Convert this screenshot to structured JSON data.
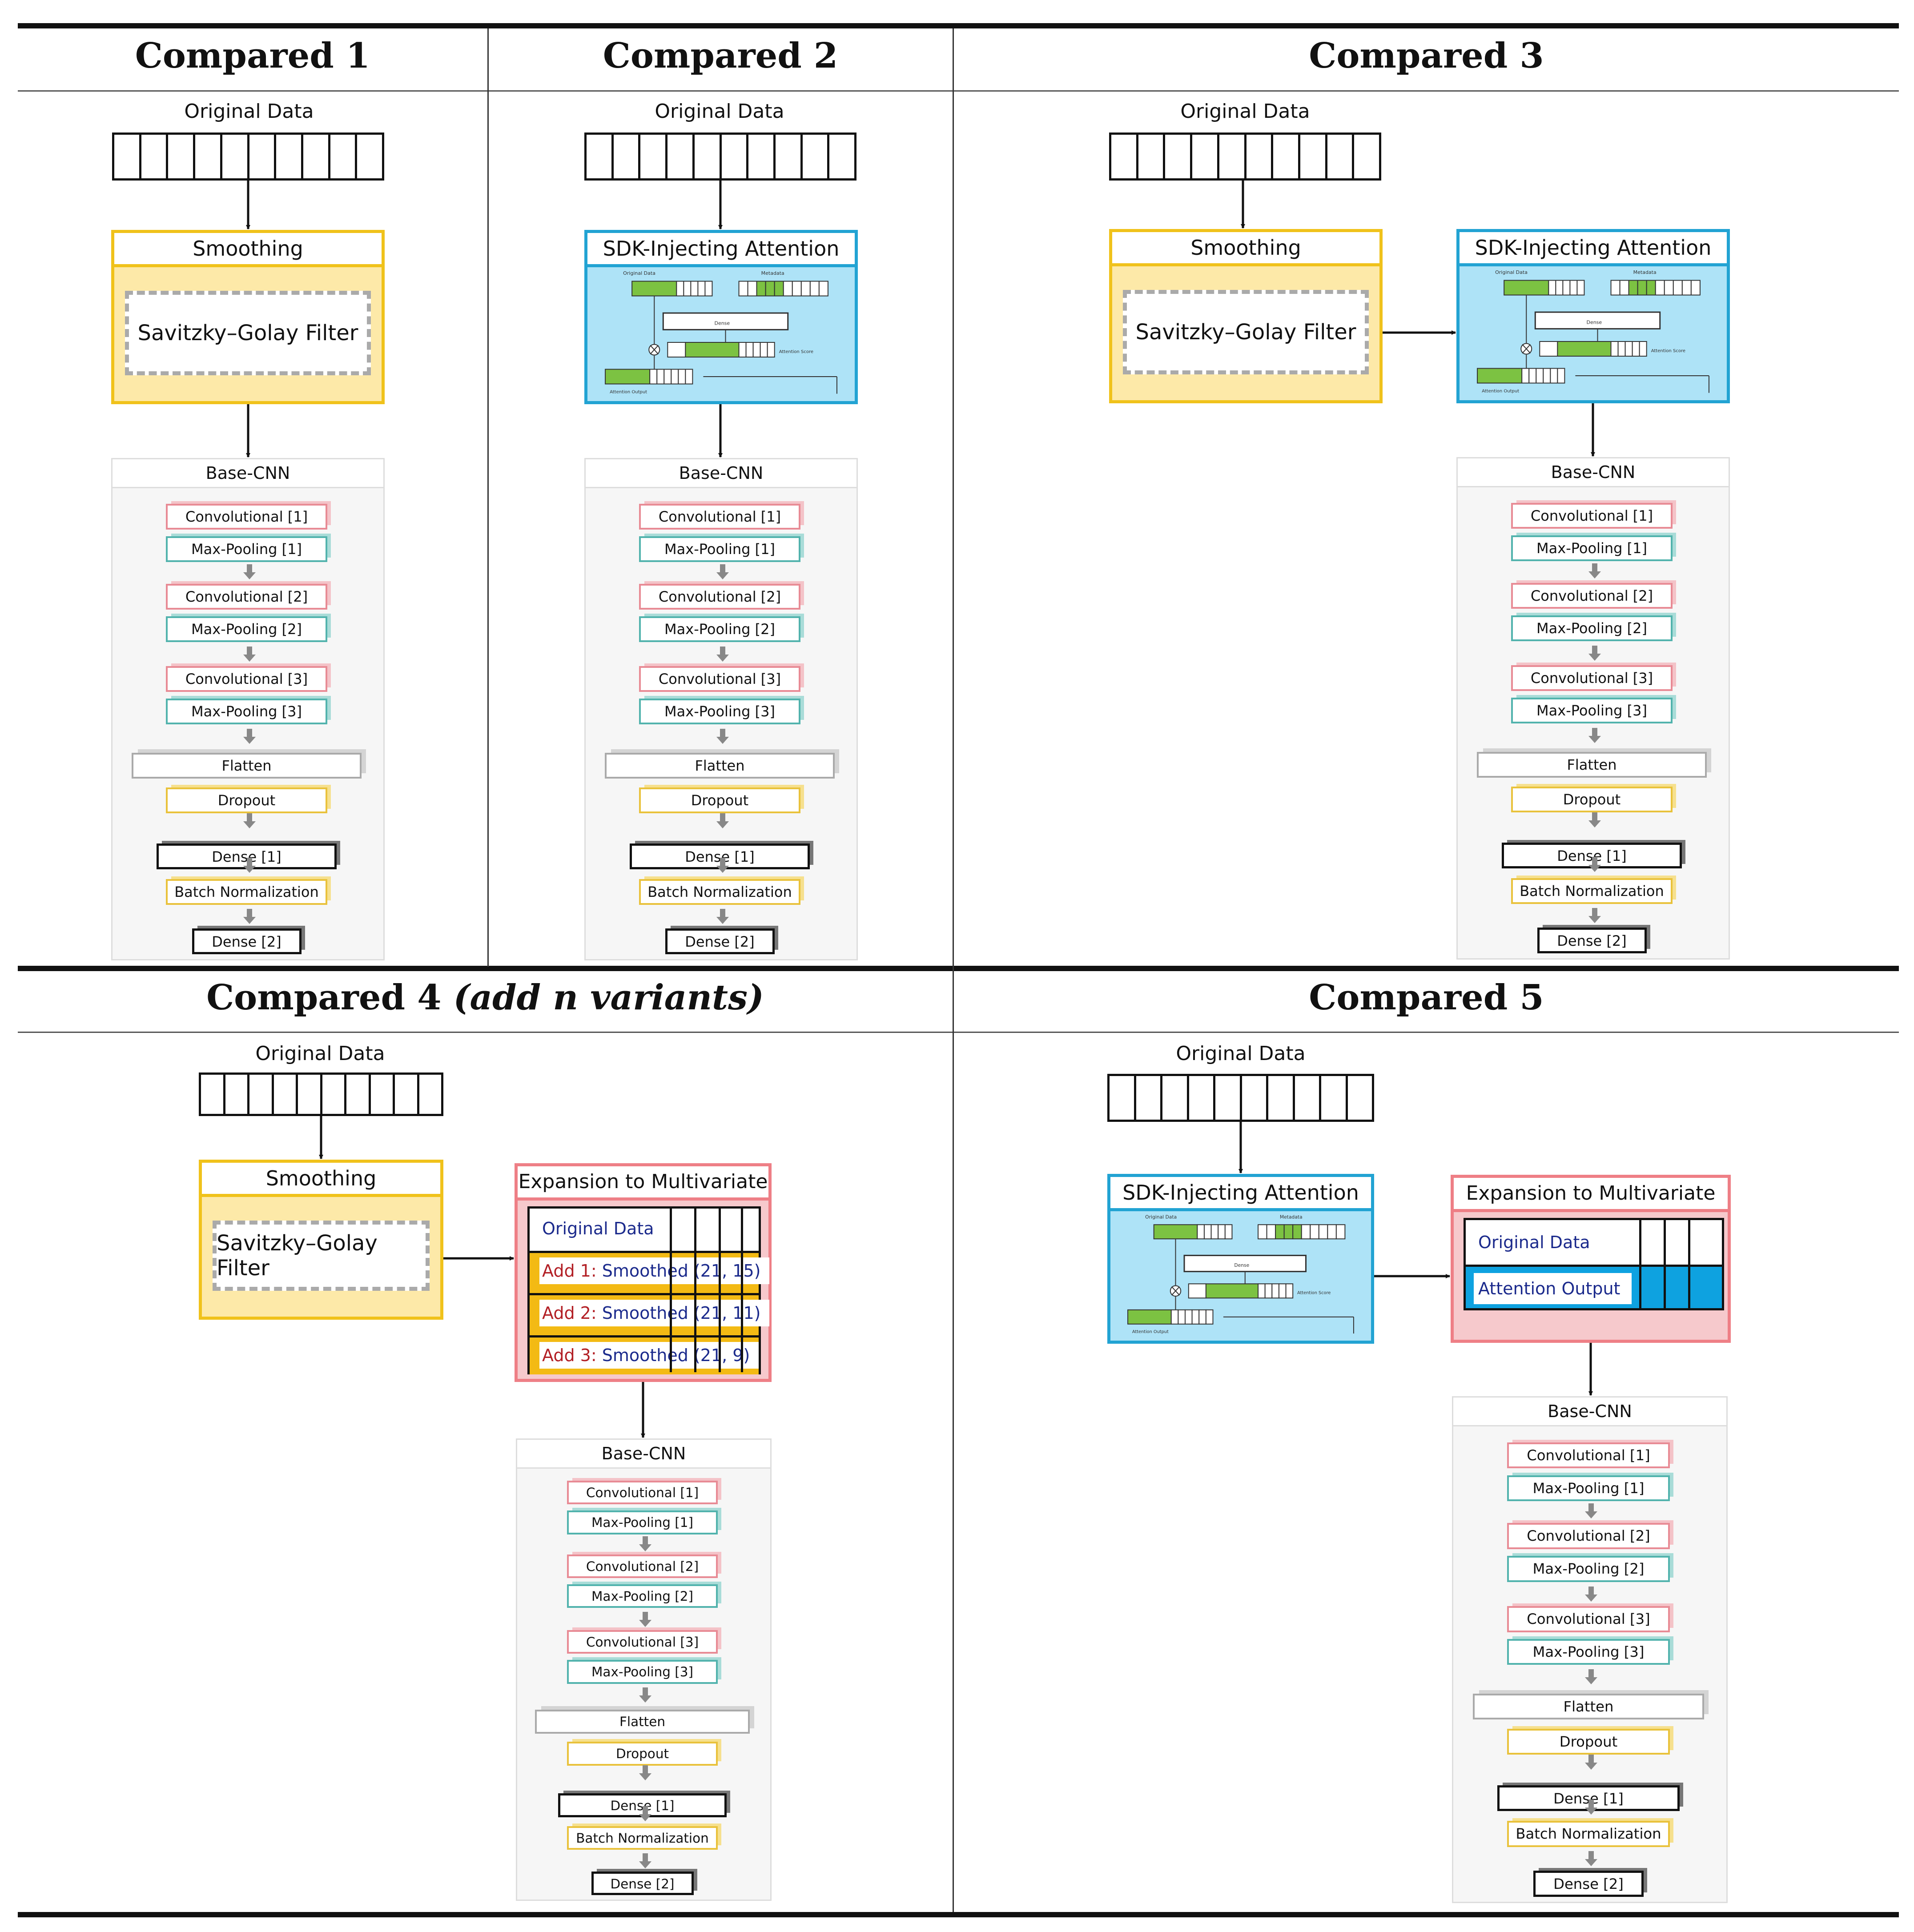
{
  "panels": {
    "c1": {
      "title": "Compared 1"
    },
    "c2": {
      "title": "Compared 2"
    },
    "c3": {
      "title": "Compared 3"
    },
    "c4": {
      "title": "Compared 4",
      "title_suffix": "(add n variants)"
    },
    "c5": {
      "title": "Compared 5"
    }
  },
  "labels": {
    "original_data": "Original Data",
    "smoothing": "Smoothing",
    "savitzky_golay": "Savitzky–Golay Filter",
    "sdk_attention": "SDK-Injecting Attention",
    "expansion": "Expansion to Multivariate",
    "base_cnn": "Base-CNN"
  },
  "sdk_mini": {
    "original_data": "Original Data",
    "metadata": "Metadata",
    "dense": "Dense",
    "attention_score": "Attention Score",
    "attention_output": "Attention Output"
  },
  "cnn_layers": {
    "conv1": "Convolutional [1]",
    "pool1": "Max-Pooling [1]",
    "conv2": "Convolutional [2]",
    "pool2": "Max-Pooling [2]",
    "conv3": "Convolutional [3]",
    "pool3": "Max-Pooling [3]",
    "flatten": "Flatten",
    "dropout": "Dropout",
    "dense1": "Dense [1]",
    "bn": "Batch Normalization",
    "dense2": "Dense [2]"
  },
  "expansion4": {
    "row0": "Original Data",
    "add1_label": "Add 1:",
    "add1_value": "Smoothed (21, 15)",
    "add2_label": "Add 2:",
    "add2_value": "Smoothed (21, 11)",
    "add3_label": "Add 3:",
    "add3_value": "Smoothed (21, 9)"
  },
  "expansion5": {
    "row0": "Original Data",
    "row1": "Attention Output"
  },
  "colors": {
    "smoothing_border": "#f0c21b",
    "sdk_border": "#22a3d3",
    "expansion_border": "#ee7f86",
    "green": "#7cc242"
  }
}
